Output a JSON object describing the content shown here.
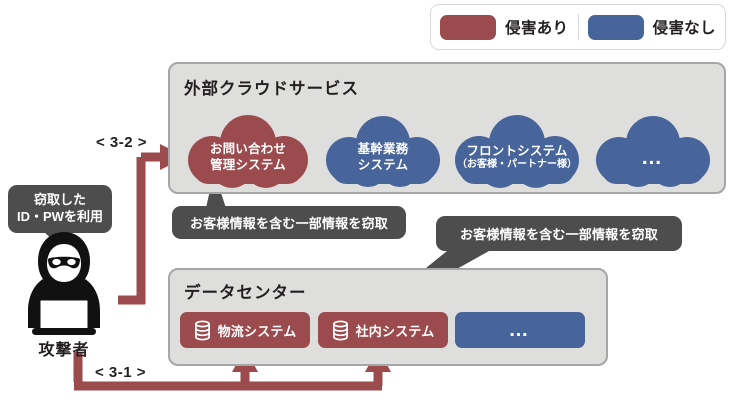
{
  "colors": {
    "compromised": "#9b4a4d",
    "safe": "#47659a",
    "panel_bg": "#dededd",
    "panel_border": "#a6a6a6",
    "callout_bg": "#4d4d4d",
    "arrow_red": "#9b4a4d",
    "arrow_gray": "#4d4d4d",
    "text_dark": "#231f20",
    "white": "#ffffff"
  },
  "legend": {
    "items": [
      {
        "label": "侵害あり",
        "color": "#9b4a4d",
        "swatch_name": "legend-swatch-compromised"
      },
      {
        "label": "侵害なし",
        "color": "#47659a",
        "swatch_name": "legend-swatch-safe"
      }
    ]
  },
  "cloud_panel": {
    "title": "外部クラウドサービス",
    "systems": [
      {
        "line1": "お問い合わせ",
        "line2": "管理システム",
        "status": "compromised"
      },
      {
        "line1": "基幹業務",
        "line2": "システム",
        "status": "safe"
      },
      {
        "line1": "フロントシステム",
        "line2": "（お客様・パートナー様）",
        "status": "safe"
      },
      {
        "line1": "…",
        "line2": "",
        "status": "safe"
      }
    ]
  },
  "datacenter_panel": {
    "title": "データセンター",
    "systems": [
      {
        "label": "物流システム",
        "status": "compromised",
        "icon": "database-icon"
      },
      {
        "label": "社内システム",
        "status": "compromised",
        "icon": "database-icon"
      },
      {
        "label": "…",
        "status": "safe",
        "icon": ""
      }
    ]
  },
  "attacker": {
    "label": "攻撃者",
    "icon": "hacker-icon",
    "speech_bubble": {
      "line1": "窃取した",
      "line2": "ID・PWを利用"
    }
  },
  "callouts": [
    {
      "text": "お客様情報を含む一部情報を窃取",
      "points_to": "お問い合わせ管理システム"
    },
    {
      "text": "お客様情報を含む一部情報を窃取",
      "points_to": "社内システム"
    }
  ],
  "steps": [
    {
      "label": "< 3-2 >",
      "target": "お問い合わせ管理システム"
    },
    {
      "label": "< 3-1 >",
      "target": "データセンター"
    }
  ]
}
